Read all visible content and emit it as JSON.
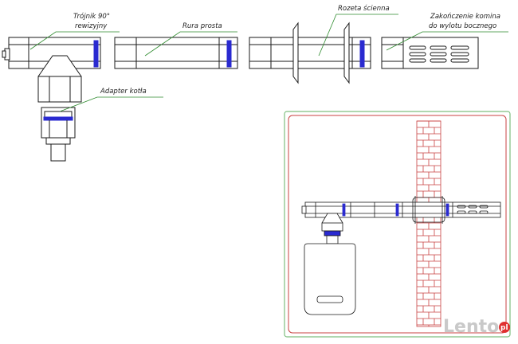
{
  "labels": {
    "tee": "Trójnik 90° rewizyjny",
    "tee_line1": "Trójnik 90°",
    "tee_line2": "rewizyjny",
    "straight_pipe": "Rura prosta",
    "wall_rosette": "Rozeta ścienna",
    "terminal": "Zakończenie komina do wylotu bocznego",
    "terminal_line1": "Zakończenie komina",
    "terminal_line2": "do wylotu bocznego",
    "boiler_adapter": "Adapter kotła"
  },
  "watermark": {
    "brand": "Lento",
    "suffix": "pl"
  },
  "colors": {
    "line": "#1a1a1a",
    "leader": "#2e8b2e",
    "seal": "#2a2ad0",
    "frame_outer": "#7fbf7f",
    "frame_inner": "#c84040",
    "brick": "#c84040",
    "watermark": "#c9c9c9",
    "watermark_badge": "#e03030"
  }
}
